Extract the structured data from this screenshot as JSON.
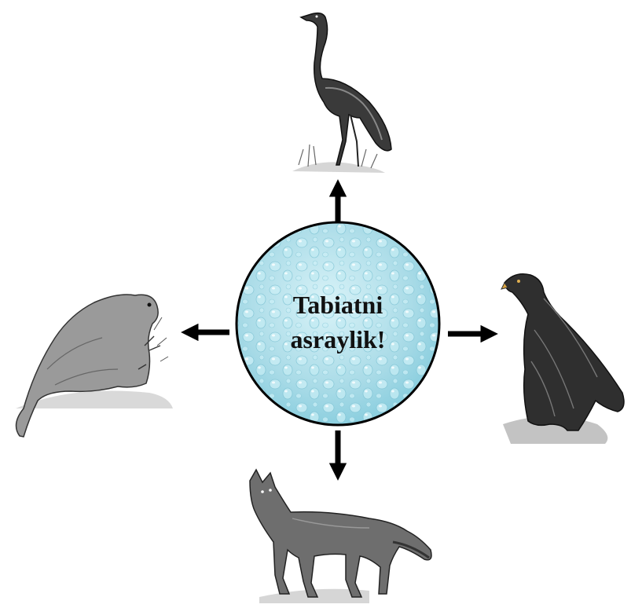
{
  "center": {
    "line1": "Tabiatni",
    "line2": "asraylik!",
    "circle_fill": "#b8e4ee",
    "circle_stroke": "#000000"
  },
  "animals": [
    {
      "name": "crane",
      "direction": "up"
    },
    {
      "name": "eagle",
      "direction": "right"
    },
    {
      "name": "wolf",
      "direction": "down"
    },
    {
      "name": "marmot",
      "direction": "left"
    }
  ],
  "arrow_color": "#000000"
}
